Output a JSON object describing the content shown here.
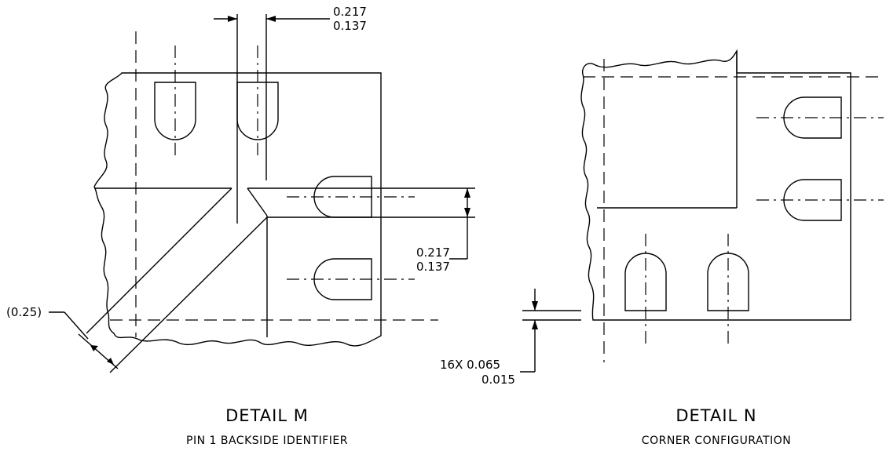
{
  "detail_m": {
    "title": "DETAIL M",
    "subtitle": "PIN 1 BACKSIDE IDENTIFIER",
    "pad_width_max": "0.217",
    "pad_width_min": "0.137",
    "pad_pitch_max": "0.217",
    "pad_pitch_min": "0.137",
    "chamfer": "(0.25)"
  },
  "detail_n": {
    "title": "DETAIL N",
    "subtitle": "CORNER CONFIGURATION",
    "offset_max": "16X 0.065",
    "offset_min": "0.015"
  },
  "colors": {
    "line": "#000000",
    "background": "#ffffff"
  }
}
